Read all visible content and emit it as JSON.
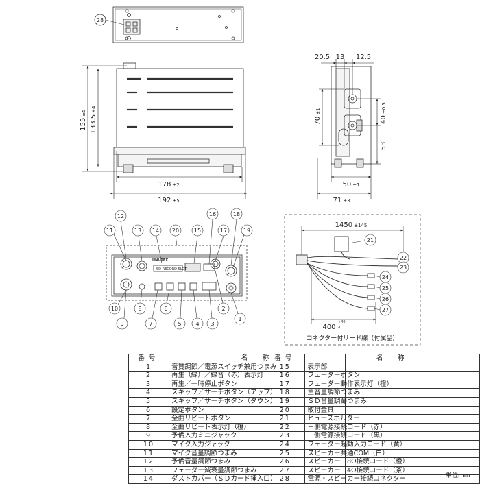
{
  "dimensions": {
    "height_total": "155",
    "height_total_tol": "±5",
    "height_body": "133.5",
    "height_body_tol": "±4",
    "width_body": "178",
    "width_body_tol": "±2",
    "width_total": "192",
    "width_total_tol": "±5",
    "side_top_1": "20.5",
    "side_top_2": "13",
    "side_top_3": "12.5",
    "side_70": "70",
    "side_70_tol": "±1",
    "side_40": "40",
    "side_40_tol": "±0.5",
    "side_53": "53",
    "side_50": "50",
    "side_50_tol": "±1",
    "side_71": "71",
    "side_71_tol": "±3",
    "lead_1450": "1450",
    "lead_1450_tol": "±145",
    "lead_400": "400",
    "lead_400_tol_plus": "+40",
    "lead_400_tol_minus": "-0"
  },
  "front_panel": {
    "brand": "UNI-PEX",
    "model_text": "SD RECORD SLOT"
  },
  "callouts": [
    "1",
    "2",
    "3",
    "4",
    "5",
    "6",
    "7",
    "8",
    "9",
    "10",
    "11",
    "12",
    "13",
    "14",
    "15",
    "16",
    "17",
    "18",
    "19",
    "20",
    "21",
    "22",
    "23",
    "24",
    "25",
    "26",
    "27",
    "28"
  ],
  "connector_caption": "コネクター付リード線（付属品）",
  "table": {
    "header_no": "番号",
    "header_name": "名　称",
    "left_rows": [
      {
        "no": "1",
        "name": "音質調節／電源スイッチ兼用つまみ"
      },
      {
        "no": "2",
        "name": "再生（緑）／録音（赤）表示灯"
      },
      {
        "no": "3",
        "name": "再生／一時停止ボタン"
      },
      {
        "no": "4",
        "name": "スキップ／サーチボタン（アップ）"
      },
      {
        "no": "5",
        "name": "スキップ／サーチボタン（ダウン）"
      },
      {
        "no": "6",
        "name": "設定ボタン"
      },
      {
        "no": "7",
        "name": "全曲リピートボタン"
      },
      {
        "no": "8",
        "name": "全曲リピート表示灯（橙）"
      },
      {
        "no": "9",
        "name": "予備入力ミニジャック"
      },
      {
        "no": "10",
        "name": "マイク入力ジャック"
      },
      {
        "no": "11",
        "name": "マイク音量調節つまみ"
      },
      {
        "no": "12",
        "name": "予備音量調節つまみ"
      },
      {
        "no": "13",
        "name": "フェーダー減衰量調節つまみ"
      },
      {
        "no": "14",
        "name": "ダストカバー（ＳＤカード挿入口）"
      }
    ],
    "right_rows": [
      {
        "no": "15",
        "name": "表示部"
      },
      {
        "no": "16",
        "name": "フェーダーボタン"
      },
      {
        "no": "17",
        "name": "フェーダー動作表示灯（橙）"
      },
      {
        "no": "18",
        "name": "主音量調節つまみ"
      },
      {
        "no": "19",
        "name": "ＳＤ音量調節つまみ"
      },
      {
        "no": "20",
        "name": "取付金具"
      },
      {
        "no": "21",
        "name": "ヒューズホルダー"
      },
      {
        "no": "22",
        "name": "＋側電源接続コード（赤）"
      },
      {
        "no": "23",
        "name": "－側電源接続コード（黒）"
      },
      {
        "no": "24",
        "name": "フェーダー起動入力コード（黄）"
      },
      {
        "no": "25",
        "name": "スピーカー共通COM（白）"
      },
      {
        "no": "26",
        "name": "スピーカー－8Ω接続コード（橙）"
      },
      {
        "no": "27",
        "name": "スピーカー－4Ω接続コード（茶）"
      },
      {
        "no": "28",
        "name": "電源・スピーカー接続コネクター"
      }
    ]
  },
  "unit_label": "単位mm"
}
